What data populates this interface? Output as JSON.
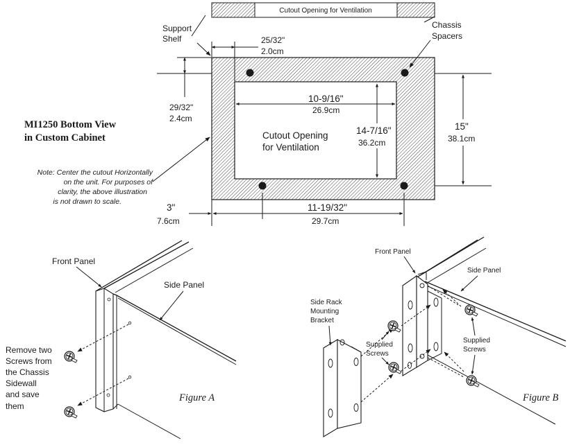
{
  "top_diagram": {
    "title_line1": "MI1250 Bottom View",
    "title_line2": "in Custom Cabinet",
    "top_cutout_label": "Cutout Opening for Ventilation",
    "support_shelf_line1": "Support",
    "support_shelf_line2": "Shelf",
    "chassis_spacers_line1": "Chassis",
    "chassis_spacers_line2": "Spacers",
    "dim_shelf_in": "25/32\"",
    "dim_shelf_cm": "2.0cm",
    "dim_vert_in": "29/32\"",
    "dim_vert_cm": "2.4cm",
    "dim_width_in": "10-9/16\"",
    "dim_width_cm": "26.9cm",
    "dim_height_in": "14-7/16\"",
    "dim_height_cm": "36.2cm",
    "cutout_line1": "Cutout Opening",
    "cutout_line2": "for Ventilation",
    "dim_depth_in": "15\"",
    "dim_depth_cm": "38.1cm",
    "dim_left_in": "3\"",
    "dim_left_cm": "7.6cm",
    "dim_span_in": "11-19/32\"",
    "dim_span_cm": "29.7cm",
    "note_line1": "Note: Center the cutout Horizontally",
    "note_line2": "on the unit. For purposes of",
    "note_line3": "clarity, the above illustration",
    "note_line4": "is not drawn to scale."
  },
  "figure_a": {
    "front_panel": "Front Panel",
    "side_panel": "Side Panel",
    "remove_line1": "Remove two",
    "remove_line2": "Screws from",
    "remove_line3": "the Chassis",
    "remove_line4": "Sidewall",
    "remove_line5": "and save",
    "remove_line6": "them",
    "caption": "Figure A"
  },
  "figure_b": {
    "front_panel": "Front Panel",
    "side_panel": "Side Panel",
    "bracket_line1": "Side Rack",
    "bracket_line2": "Mounting",
    "bracket_line3": "Bracket",
    "screws_left_line1": "Supplied",
    "screws_left_line2": "Screws",
    "screws_right_line1": "Supplied",
    "screws_right_line2": "Screws",
    "caption": "Figure B"
  },
  "colors": {
    "ink": "#1a1a1a",
    "background": "#ffffff"
  },
  "icons": [
    "screw-icon",
    "arrow-icon",
    "hatch-pattern"
  ]
}
